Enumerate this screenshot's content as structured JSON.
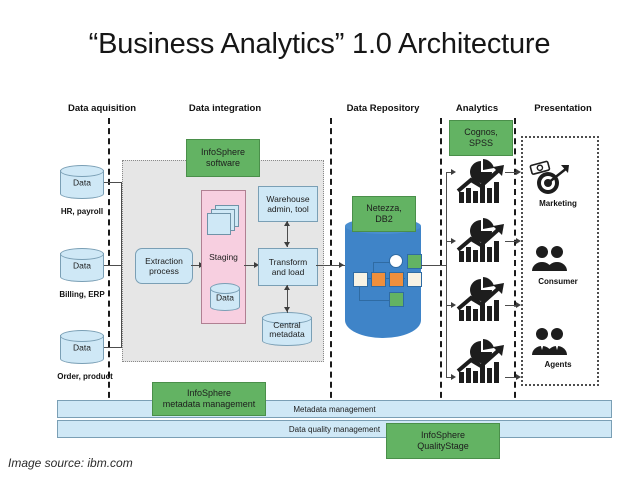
{
  "slide": {
    "title": "“Business Analytics” 1.0 Architecture",
    "caption": "Image source: ibm.com"
  },
  "columns": [
    {
      "id": "data-acquisition",
      "label": "Data aquisition"
    },
    {
      "id": "data-integration",
      "label": "Data integration"
    },
    {
      "id": "data-repository",
      "label": "Data Repository"
    },
    {
      "id": "analytics",
      "label": "Analytics"
    },
    {
      "id": "presentation",
      "label": "Presentation"
    }
  ],
  "acquisition": {
    "sources": [
      {
        "cylinder_label": "Data",
        "caption": "HR, payroll"
      },
      {
        "cylinder_label": "Data",
        "caption": "Billing, ERP"
      },
      {
        "cylinder_label": "Data",
        "caption": "Order, product"
      }
    ]
  },
  "integration": {
    "product_badge": "InfoSphere\nsoftware",
    "product_badge_line1": "InfoSphere",
    "product_badge_line2": "software",
    "extraction": {
      "line1": "Extraction",
      "line2": "process"
    },
    "staging": {
      "label": "Staging",
      "data_label": "Data"
    },
    "warehouse_tool": {
      "line1": "Warehouse",
      "line2": "admin, tool"
    },
    "transform": {
      "line1": "Transform",
      "line2": "and load"
    },
    "central_metadata": {
      "line1": "Central",
      "line2": "metadata"
    }
  },
  "repository": {
    "badge_line1": "Netezza,",
    "badge_line2": "DB2"
  },
  "analytics": {
    "badge_line1": "Cognos,",
    "badge_line2": "SPSS",
    "icon_count": 4,
    "icon_name": "pie-and-bar-chart-icon"
  },
  "presentation": {
    "items": [
      {
        "label": "Marketing",
        "icon": "target-money-icon"
      },
      {
        "label": "Consumer",
        "icon": "two-people-icon"
      },
      {
        "label": "Agents",
        "icon": "two-agents-icon"
      }
    ]
  },
  "bottom": {
    "bar1_label": "Metadata management",
    "bar2_label": "Data quality management",
    "badge1_line1": "InfoSphere",
    "badge1_line2": "metadata management",
    "badge2_line1": "InfoSphere",
    "badge2_line2": "QualityStage"
  },
  "colors": {
    "green": "#63b363",
    "light_blue": "#cfe8f6",
    "pink": "#f7cfe0",
    "repo_blue": "#3f84c8",
    "grey_zone": "#e6e6e6"
  }
}
